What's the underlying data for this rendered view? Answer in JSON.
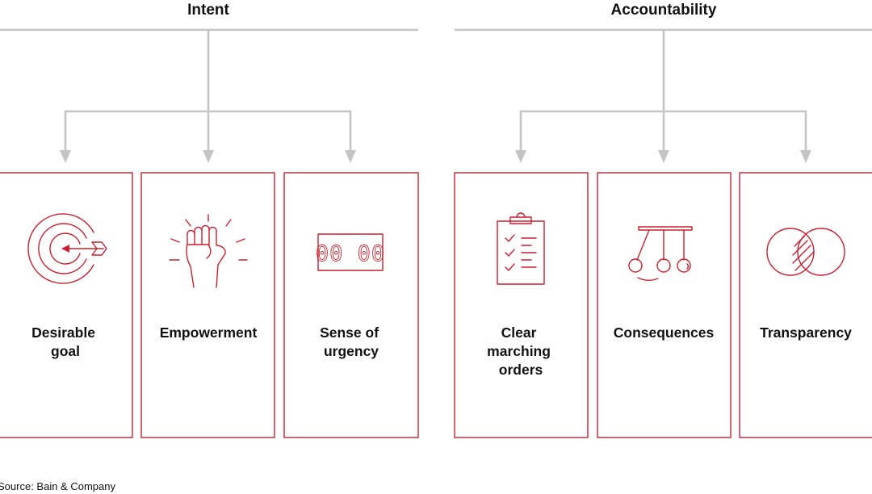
{
  "groups": [
    {
      "title": "Intent",
      "cards": [
        {
          "label": [
            "Desirable",
            "goal"
          ],
          "icon": "target-arrow-icon"
        },
        {
          "label": [
            "Empowerment"
          ],
          "icon": "raised-fist-icon"
        },
        {
          "label": [
            "Sense of",
            "urgency"
          ],
          "icon": "countdown-timer-icon",
          "display": "00 00"
        }
      ]
    },
    {
      "title": "Accountability",
      "cards": [
        {
          "label": [
            "Clear",
            "marching",
            "orders"
          ],
          "icon": "clipboard-checklist-icon"
        },
        {
          "label": [
            "Consequences"
          ],
          "icon": "newtons-cradle-icon"
        },
        {
          "label": [
            "Transparency"
          ],
          "icon": "overlapping-circles-icon"
        }
      ]
    }
  ],
  "source": "Source: Bain & Company",
  "colors": {
    "accent": "#cc1f2f",
    "connector": "#c4c4c4",
    "text": "#111111"
  }
}
